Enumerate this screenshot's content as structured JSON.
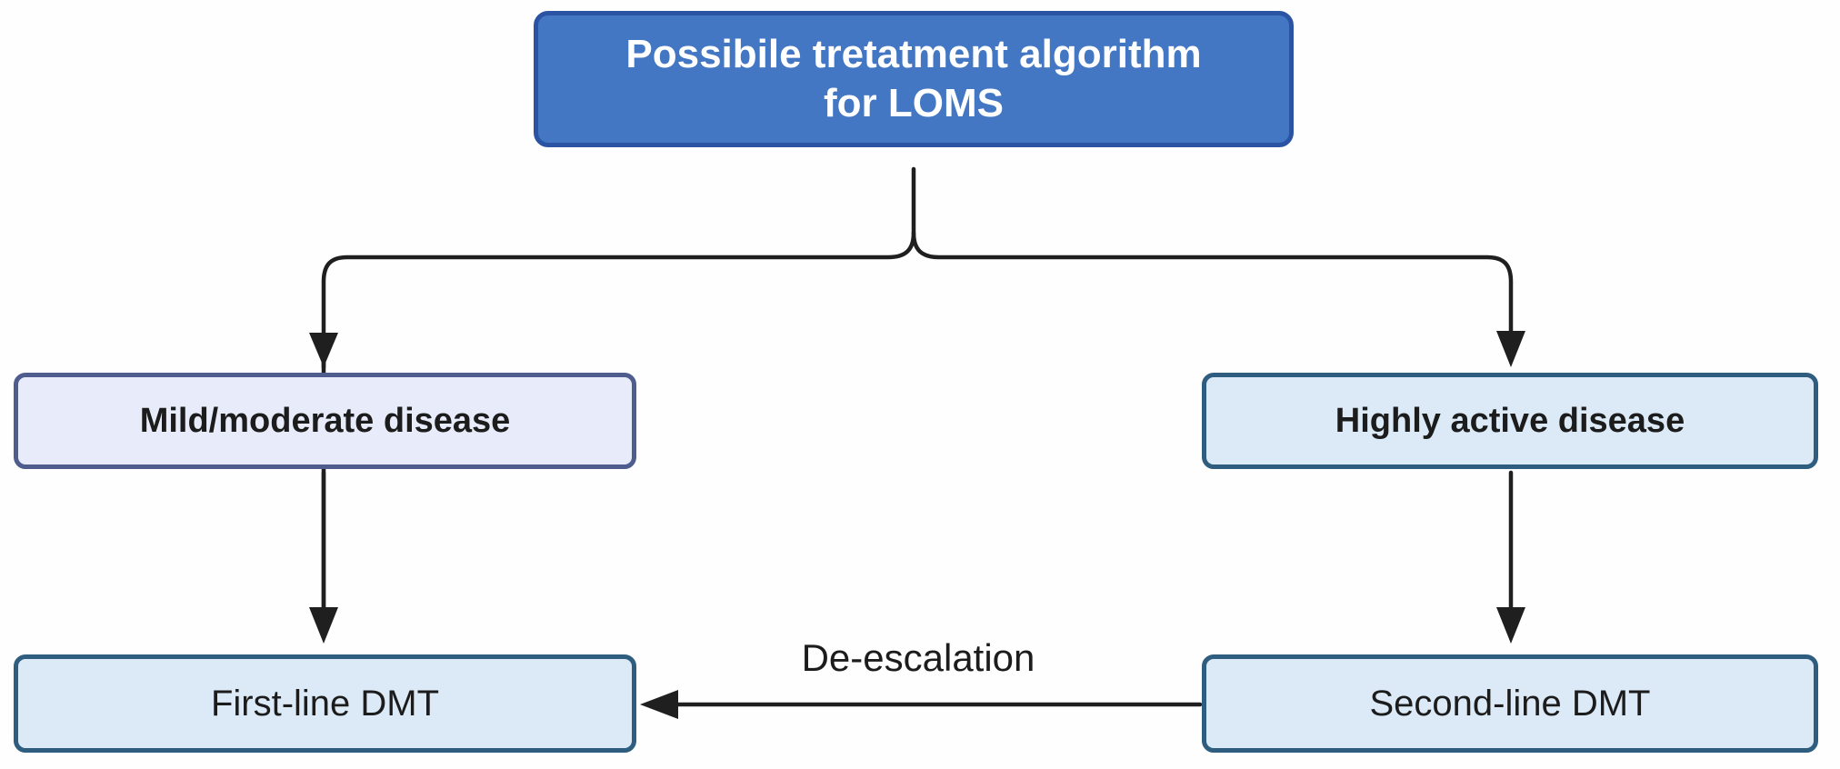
{
  "diagram": {
    "type": "flowchart",
    "nodes": {
      "root": {
        "label": "Possibile tretatment algorithm for LOMS"
      },
      "mild": {
        "label": "Mild/moderate disease"
      },
      "highly": {
        "label": "Highly active disease"
      },
      "first": {
        "label": "First-line DMT"
      },
      "second": {
        "label": "Second-line DMT"
      }
    },
    "edges": {
      "root_to_mild": "arrow down-left from root to Mild/moderate disease",
      "root_to_highly": "arrow down-right from root to Highly active disease",
      "mild_to_first": "arrow down from Mild/moderate disease to First-line DMT",
      "highly_to_second": "arrow down from Highly active disease to Second-line DMT",
      "second_to_first_label": "De-escalation"
    }
  },
  "colors": {
    "root-fill": "#4377C4",
    "root-border": "#2A54A3",
    "root-text": "#FFFFFF",
    "mild-fill": "#E8EBF9",
    "mild-border": "#4E5D8D",
    "lightblue-fill": "#DCEAF7",
    "lightblue-border": "#2F5D80",
    "arrow": "#1F1F1F",
    "label-text": "#1C1C1C",
    "bg": "#FEFEFE"
  }
}
